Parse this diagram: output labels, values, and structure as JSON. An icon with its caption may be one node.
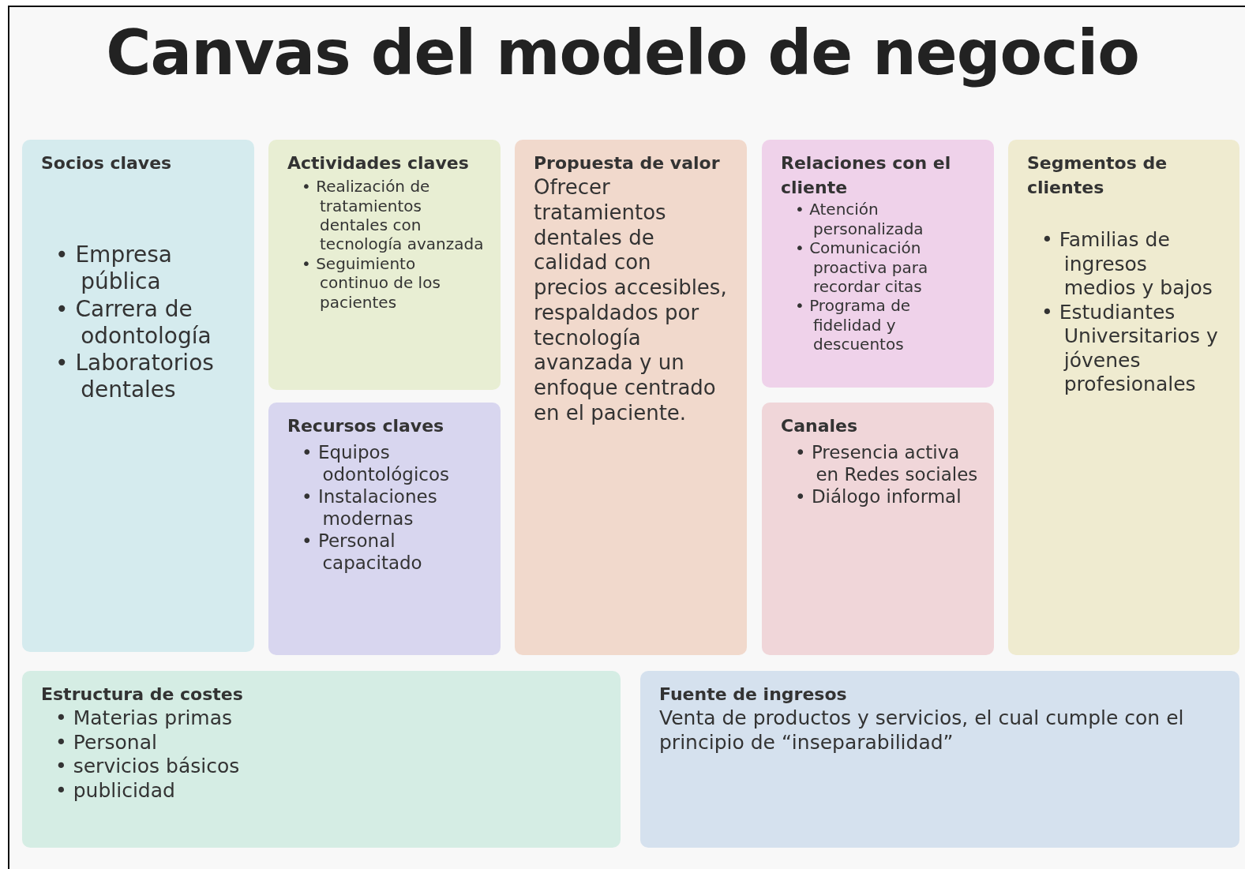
{
  "diagram": {
    "title": "Canvas del modelo de negocio",
    "nodes": [
      {
        "text": [
          "Socios claves",
          "• Empresa pública",
          "• Carrera de odontología",
          "• Laboratorios dentales"
        ]
      },
      {
        "text": [
          "Actividades claves",
          "• Realización de tratamientos dentales con tecnología avanzada",
          "• Seguimiento continuo de los pacientes"
        ]
      },
      {
        "text": [
          "Recursos claves",
          "• Equipos odontológicos",
          "• Instalaciones modernas",
          "• Personal capacitado"
        ]
      },
      {
        "text": [
          "Propuesta de valor",
          "Ofrecer tratamientos dentales de calidad con precios accesibles, respaldados por tecnología avanzada y un enfoque centrado en el paciente."
        ]
      },
      {
        "text": [
          "Relaciones con el cliente",
          "• Atención personalizada",
          "• Comunicación proactiva para recordar citas",
          "• Programa de fidelidad y descuentos"
        ]
      },
      {
        "text": [
          "Canales",
          "• Presencia activa en Redes sociales",
          "• Diálogo informal"
        ]
      },
      {
        "text": [
          "Segmentos de clientes",
          "• Familias de ingresos medios y bajos",
          "• Estudiantes Universitarios y jóvenes profesionales"
        ]
      },
      {
        "text": [
          "Estructura de costes",
          "• Materias primas",
          "• Personal",
          "• servicios básicos",
          "• publicidad"
        ]
      },
      {
        "text": [
          "Fuente de ingresos",
          "Venta de productos y servicios, el cual cumple con el principio de “inseparabilidad”"
        ]
      }
    ]
  }
}
